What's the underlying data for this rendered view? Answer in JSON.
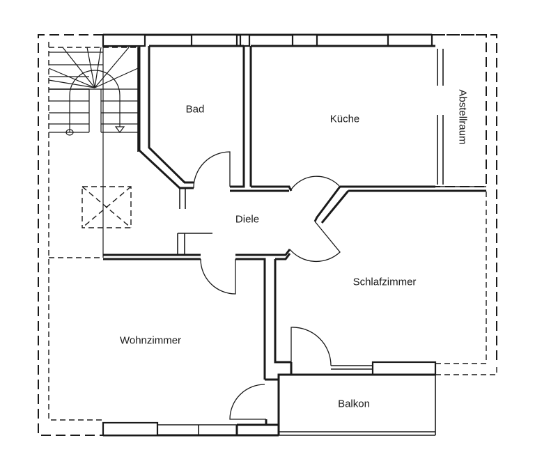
{
  "floor_plan": {
    "rooms": [
      {
        "id": "bad",
        "label": "Bad"
      },
      {
        "id": "kueche",
        "label": "Küche"
      },
      {
        "id": "abstellraum",
        "label": "Abstellraum"
      },
      {
        "id": "diele",
        "label": "Diele"
      },
      {
        "id": "schlafzimmer",
        "label": "Schlafzimmer"
      },
      {
        "id": "wohnzimmer",
        "label": "Wohnzimmer"
      },
      {
        "id": "balkon",
        "label": "Balkon"
      }
    ],
    "symbols": {
      "staircase": "spiral-staircase-icon",
      "chimney": "chimney-shaft-icon"
    },
    "colors": {
      "line": "#1a1a1a",
      "background": "#ffffff"
    }
  }
}
